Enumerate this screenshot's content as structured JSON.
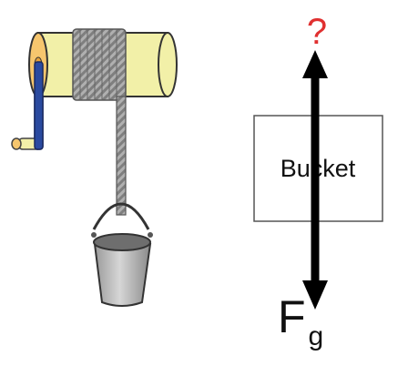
{
  "diagram": {
    "box_label": "Bucket",
    "unknown_force_label": "?",
    "gravity_force_main": "F",
    "gravity_force_subscript": "g"
  },
  "colors": {
    "unknown_force": "#e03030",
    "arrow": "#000000",
    "box_border": "#555555",
    "drum_fill": "#f2f0a8",
    "drum_rim": "#f6c66e",
    "axle": "#e6a23c",
    "crank_handle": "#2a4aa0",
    "rope": "#888888",
    "bucket_body": "#c8c8c8",
    "bucket_water": "#6e6e6e"
  },
  "icons": [
    "windlass-drum-icon",
    "crank-handle-icon",
    "rope-icon",
    "bucket-icon"
  ]
}
